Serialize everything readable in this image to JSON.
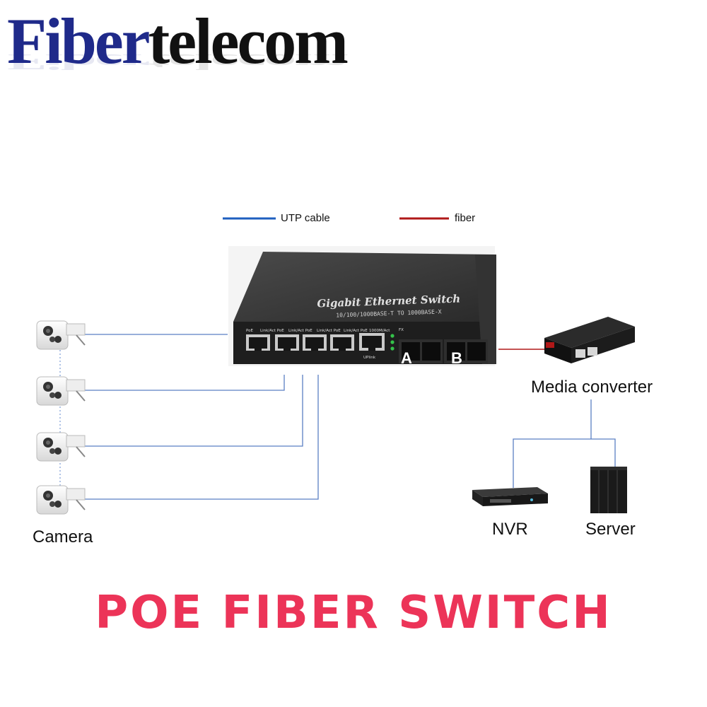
{
  "logo": {
    "head": "Fiber",
    "tail": "telecom"
  },
  "legend": {
    "utp": {
      "label": "UTP cable",
      "color": "#1f5fbf"
    },
    "fiber": {
      "label": "fiber",
      "color": "#b01818"
    }
  },
  "switch": {
    "title": "Gigabit Ethernet Switch",
    "subtitle": "10/100/1000BASE-T TO 1000BASE-X",
    "port_labels": [
      "PoE",
      "Link/Act PoE",
      "Link/Act PoE",
      "Link/Act PoE",
      "Link/Act PoE",
      "1000M/Act"
    ],
    "uplink_label": "UPlink",
    "fx_label": "FX",
    "ports": {
      "a": "A",
      "b": "B"
    }
  },
  "devices": {
    "camera": "Camera",
    "media_converter": "Media converter",
    "nvr": "NVR",
    "server": "Server"
  },
  "headline": "POE FIBER SWITCH",
  "colors": {
    "headline": "#ec3458",
    "logo_blue": "#1f2a8a",
    "logo_black": "#111111"
  }
}
